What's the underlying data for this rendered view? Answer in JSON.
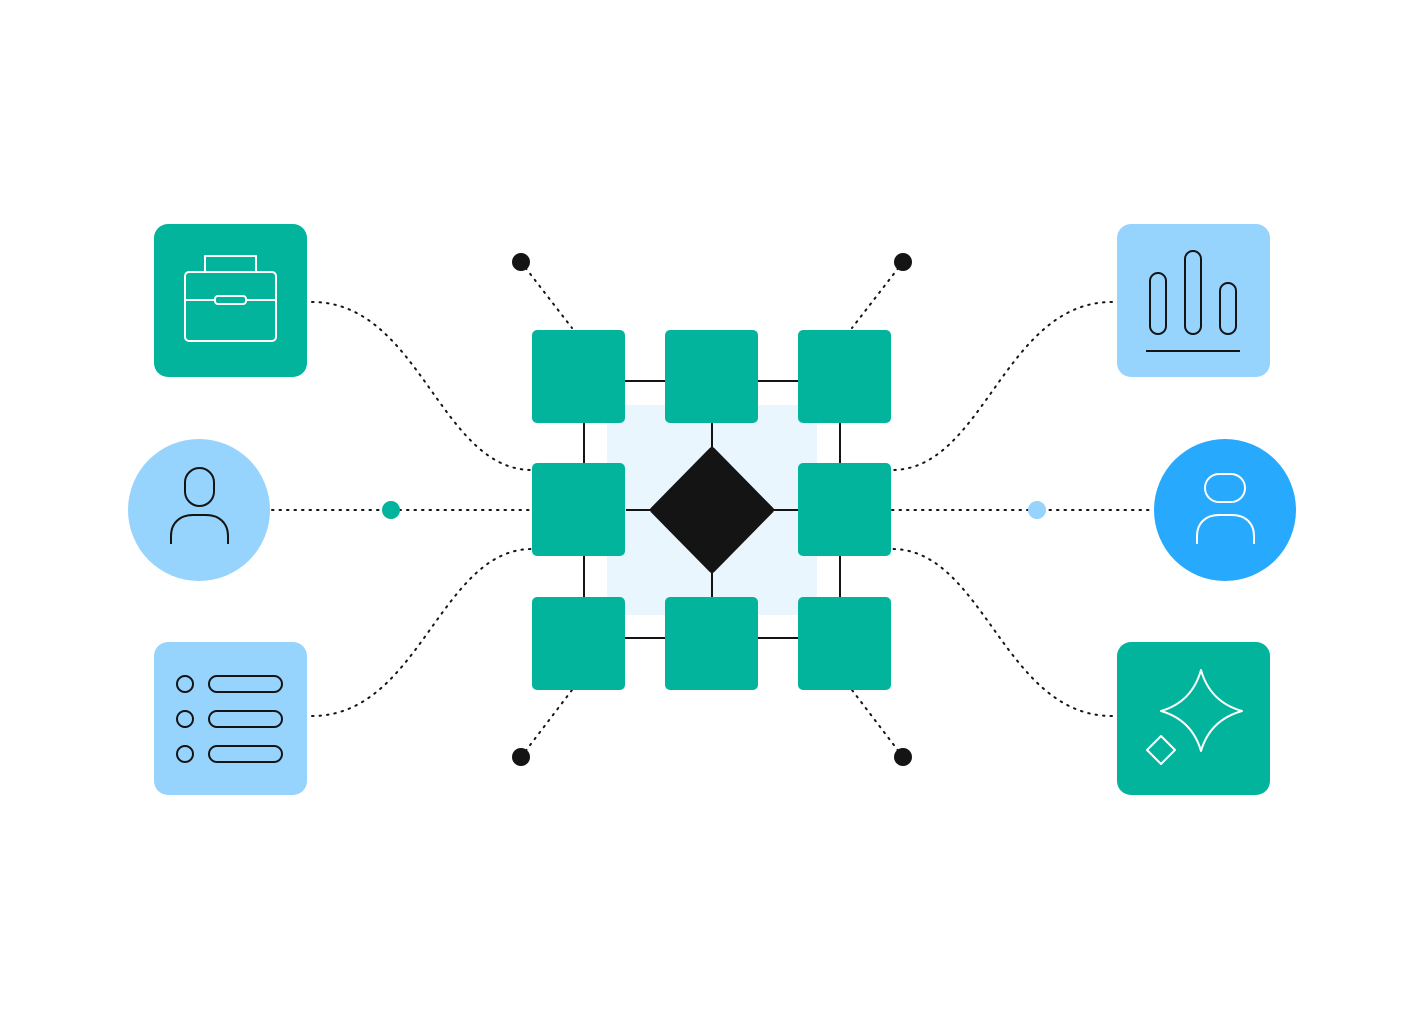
{
  "colors": {
    "background": "#ffffff",
    "teal": "#03B49C",
    "light_blue": "#96D3FD",
    "bright_blue": "#27A9FD",
    "pale_blue": "#EAF6FE",
    "black": "#141414",
    "white": "#ffffff"
  },
  "left_nodes": [
    {
      "icon": "briefcase-icon",
      "shape": "rounded-square",
      "fill": "teal"
    },
    {
      "icon": "user-icon",
      "shape": "circle",
      "fill": "light_blue"
    },
    {
      "icon": "list-icon",
      "shape": "rounded-square",
      "fill": "light_blue"
    }
  ],
  "right_nodes": [
    {
      "icon": "bar-chart-icon",
      "shape": "rounded-square",
      "fill": "light_blue"
    },
    {
      "icon": "user-icon",
      "shape": "circle",
      "fill": "bright_blue"
    },
    {
      "icon": "sparkle-icon",
      "shape": "rounded-square",
      "fill": "teal"
    }
  ],
  "hub": {
    "grid_blocks": 8,
    "center_icon": "diamond-icon",
    "corner_dots": 4
  },
  "connectors": {
    "style": "dotted",
    "midpoint_dot_left": "teal",
    "midpoint_dot_right": "light_blue"
  }
}
